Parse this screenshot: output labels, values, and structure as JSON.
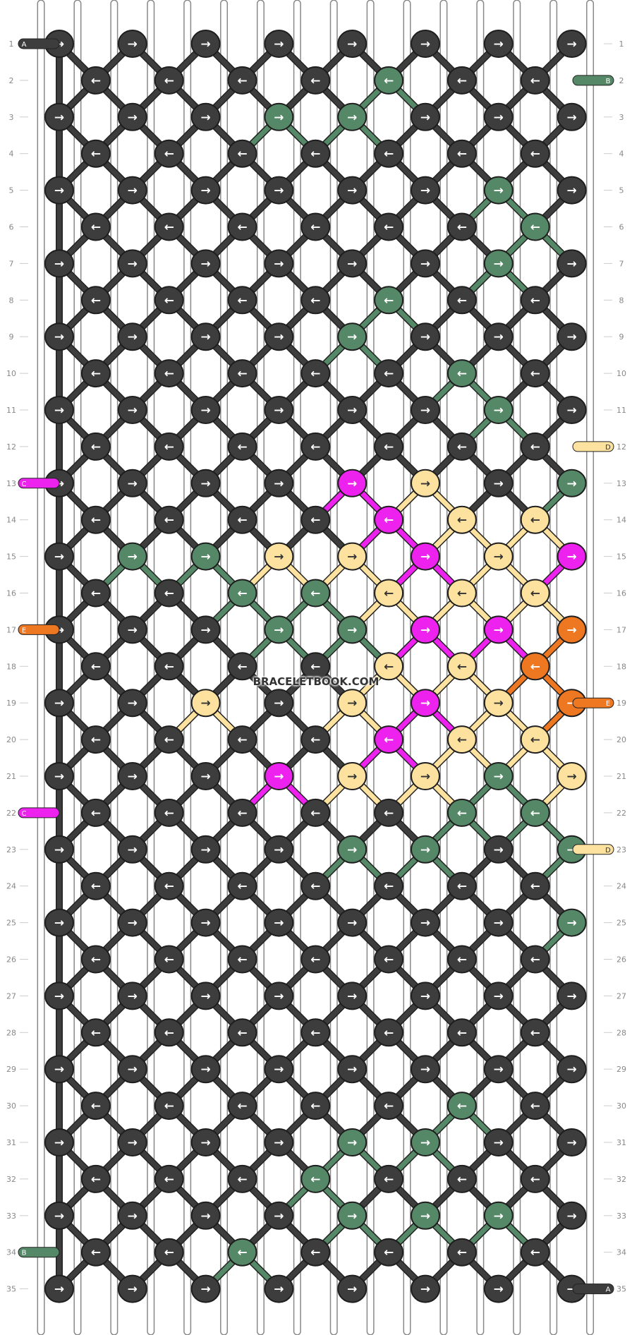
{
  "pattern": {
    "watermark": "BRACELETBOOK.COM",
    "rows": 35,
    "knots_per_row": 15,
    "strands": 16,
    "colors": {
      "A": "#3d3d3d",
      "B": "#558866",
      "C": "#ee22ee",
      "D": "#fde29f",
      "E": "#ee7722"
    },
    "strand_ends": {
      "left": [
        {
          "row": 1,
          "label": "A",
          "color": "A"
        },
        {
          "row": 13,
          "label": "C",
          "color": "C"
        },
        {
          "row": 17,
          "label": "E",
          "color": "E"
        },
        {
          "row": 22,
          "label": "C",
          "color": "C"
        },
        {
          "row": 34,
          "label": "B",
          "color": "B"
        }
      ],
      "right": [
        {
          "row": 2,
          "label": "B",
          "color": "B"
        },
        {
          "row": 12,
          "label": "D",
          "color": "D"
        },
        {
          "row": 19,
          "label": "E",
          "color": "E"
        },
        {
          "row": 23,
          "label": "D",
          "color": "D"
        },
        {
          "row": 35,
          "label": "A",
          "color": "A"
        }
      ]
    },
    "knot_colors": [
      "AAAAAAAAAAAAAAA",
      "AAAABAAAAAAAAAA",
      "AAABBAAAAAAAAAA",
      "AAAAAAABBBAAAAA",
      "AAAAAABAAABAAAA",
      "AAAAAABAABAAAAA",
      "AAAAAABAABAAAAA",
      "AAAABAAAAAAAAAA",
      "AAAABAAAAAAAAAA",
      "AAAAABAAAAAAAAA",
      "AAAAAABAAAAAAAA",
      "AAAAAAABAAAADAA",
      "AAAACDABADAAAAA",
      "AAAACDDADDCAAAA",
      "ABBDDCDCDDCAAAA",
      "AABBDDDCDCAAAAA",
      "AAABBCCECDDDCAA",
      "AAAADDEEECDDDAA",
      "AADADCDEDBCCBAA",
      "AAAACDDDDCABBBA",
      "AAACDDBDDDCAAAA",
      "AAAAABBCDDAAAAA",
      "AAAABBABADBAAAA",
      "AAAAAAAAAAAAAAA",
      "AAAAAAABAAAAAAA",
      "AAAAAAAABAAAAAA",
      "AAAAAAAABAAAAAA",
      "AAAAAAAAABAAAAA",
      "AAAAAAAAABAAAAA",
      "AAAAABAAABABBAA",
      "AAAABBAABAABAAA",
      "AAABAAABAAAAAAA",
      "AAAABBBAAAAAAAA",
      "AABAAAAAAAAAAAA",
      "AAAAAAAAAAAAAAA"
    ]
  }
}
